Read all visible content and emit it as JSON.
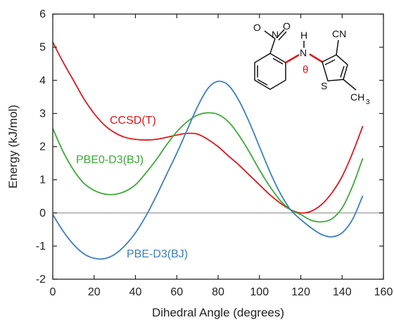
{
  "chart_data": {
    "type": "line",
    "xlabel": "Dihedral Angle (degrees)",
    "ylabel": "Energy (kJ/mol)",
    "xlim": [
      0,
      160
    ],
    "ylim": [
      -2,
      6
    ],
    "xticks": [
      "0",
      "20",
      "40",
      "60",
      "80",
      "100",
      "120",
      "140",
      "160"
    ],
    "yticks": [
      "-2",
      "-1",
      "0",
      "1",
      "2",
      "3",
      "4",
      "5",
      "6"
    ],
    "grid": false,
    "zero_line": true,
    "series": [
      {
        "name": "CCSD(T)",
        "color": "#e0161b",
        "x": [
          0,
          5,
          10,
          15,
          20,
          25,
          30,
          35,
          40,
          45,
          50,
          55,
          60,
          65,
          70,
          75,
          80,
          85,
          90,
          95,
          100,
          105,
          110,
          115,
          120,
          125,
          130,
          135,
          140,
          145,
          150
        ],
        "y": [
          5.15,
          4.55,
          4.0,
          3.45,
          3.0,
          2.65,
          2.42,
          2.28,
          2.22,
          2.2,
          2.22,
          2.28,
          2.35,
          2.4,
          2.38,
          2.22,
          2.0,
          1.72,
          1.45,
          1.15,
          0.85,
          0.55,
          0.3,
          0.1,
          0.0,
          0.05,
          0.25,
          0.6,
          1.1,
          1.8,
          2.62
        ]
      },
      {
        "name": "PBE0-D3(BJ)",
        "color": "#3aaa35",
        "x": [
          0,
          5,
          10,
          15,
          20,
          25,
          30,
          35,
          40,
          45,
          50,
          55,
          60,
          65,
          70,
          75,
          80,
          85,
          90,
          95,
          100,
          105,
          110,
          115,
          120,
          125,
          130,
          135,
          140,
          145,
          150
        ],
        "y": [
          2.55,
          1.85,
          1.3,
          0.9,
          0.68,
          0.57,
          0.56,
          0.65,
          0.85,
          1.2,
          1.6,
          2.05,
          2.45,
          2.75,
          2.95,
          3.02,
          2.97,
          2.75,
          2.35,
          1.85,
          1.3,
          0.8,
          0.38,
          0.1,
          -0.05,
          -0.22,
          -0.27,
          -0.18,
          0.15,
          0.8,
          1.65
        ]
      },
      {
        "name": "PBE-D3(BJ)",
        "color": "#3a7fc0",
        "x": [
          0,
          5,
          10,
          15,
          20,
          25,
          30,
          35,
          40,
          45,
          50,
          55,
          60,
          65,
          70,
          75,
          80,
          85,
          90,
          95,
          100,
          105,
          110,
          115,
          120,
          125,
          130,
          135,
          140,
          145,
          150
        ],
        "y": [
          -0.05,
          -0.55,
          -0.95,
          -1.23,
          -1.37,
          -1.38,
          -1.25,
          -0.98,
          -0.6,
          -0.1,
          0.5,
          1.15,
          1.8,
          2.5,
          3.2,
          3.75,
          3.97,
          3.85,
          3.4,
          2.75,
          2.0,
          1.25,
          0.6,
          0.1,
          -0.2,
          -0.45,
          -0.65,
          -0.72,
          -0.6,
          -0.2,
          0.52
        ]
      }
    ],
    "annotations": {
      "molecule": {
        "labels": [
          "O",
          "N",
          "O",
          "H",
          "N",
          "θ",
          "CN",
          "S",
          "CH",
          "3"
        ]
      }
    }
  }
}
